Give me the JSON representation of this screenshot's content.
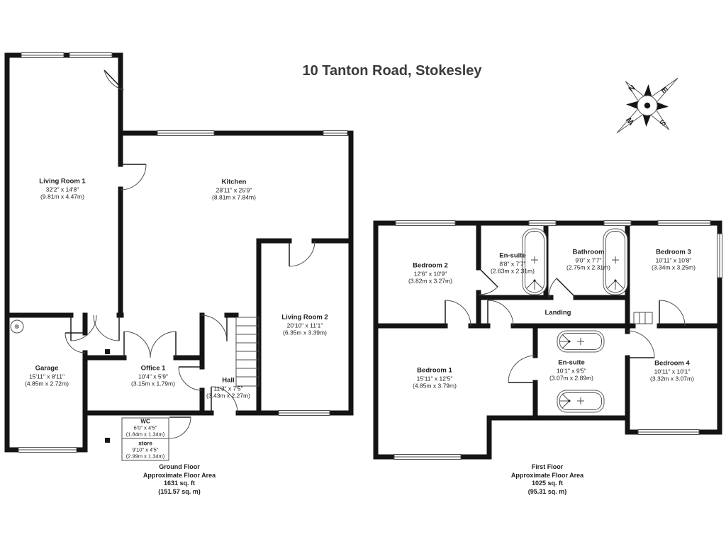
{
  "title": "10 Tanton Road, Stokesley",
  "compass": {
    "n": "N",
    "e": "E",
    "s": "S",
    "w": "W"
  },
  "colors": {
    "wall": "#141414",
    "background": "#ffffff",
    "text": "#222222"
  },
  "floors": {
    "ground": {
      "label": "Ground Floor",
      "area_label": "Approximate Floor Area",
      "area_ft": "1631 sq. ft",
      "area_m": "(151.57 sq. m)",
      "boiler_label": "B",
      "rooms": [
        {
          "name": "Living Room 1",
          "imperial": "32'2\" x 14'8\"",
          "metric": "(9.81m x 4.47m)"
        },
        {
          "name": "Kitchen",
          "imperial": "28'11\" x 25'9\"",
          "metric": "(8.81m x 7.84m)"
        },
        {
          "name": "Living Room 2",
          "imperial": "20'10\" x 11'1\"",
          "metric": "(6.35m x 3.39m)"
        },
        {
          "name": "Garage",
          "imperial": "15'11\" x 8'11\"",
          "metric": "(4.85m x 2.72m)"
        },
        {
          "name": "Office 1",
          "imperial": "10'4\" x 5'9\"",
          "metric": "(3.15m x 1.79m)"
        },
        {
          "name": "Hall",
          "imperial": "11'3\" x 7'5\"",
          "metric": "(3.43m x 2.27m)"
        },
        {
          "name": "WC",
          "imperial": "6'0\" x 4'5\"",
          "metric": "(1.84m x 1.34m)"
        },
        {
          "name": "store",
          "imperial": "9'10\" x 4'5\"",
          "metric": "(2.99m x 1.34m)"
        }
      ]
    },
    "first": {
      "label": "First Floor",
      "area_label": "Approximate Floor Area",
      "area_ft": "1025 sq. ft",
      "area_m": "(95.31 sq. m)",
      "rooms": [
        {
          "name": "Bedroom 2",
          "imperial": "12'6\" x 10'9\"",
          "metric": "(3.82m x 3.27m)"
        },
        {
          "name": "En-suite",
          "imperial": "8'8\" x 7'7\"",
          "metric": "(2.63m x 2.31m)"
        },
        {
          "name": "Bathroom",
          "imperial": "9'0\" x 7'7\"",
          "metric": "(2.75m x 2.31m)"
        },
        {
          "name": "Bedroom 3",
          "imperial": "10'11\" x 10'8\"",
          "metric": "(3.34m x 3.25m)"
        },
        {
          "name": "Landing"
        },
        {
          "name": "Bedroom 1",
          "imperial": "15'11\" x 12'5\"",
          "metric": "(4.85m x 3.79m)"
        },
        {
          "name": "En-suite",
          "imperial": "10'1\" x 9'5\"",
          "metric": "(3.07m x 2.89m)"
        },
        {
          "name": "Bedroom 4",
          "imperial": "10'11\" x 10'1\"",
          "metric": "(3.32m x 3.07m)"
        }
      ]
    }
  }
}
